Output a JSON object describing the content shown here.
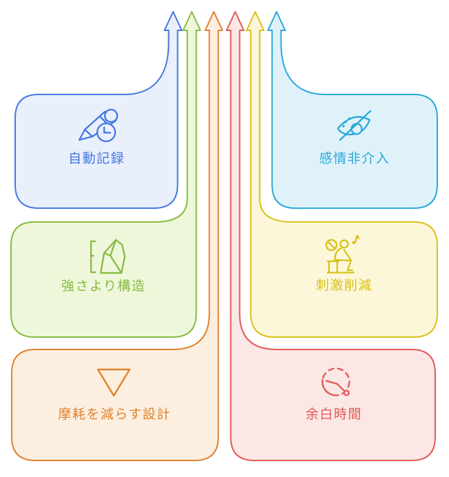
{
  "palette": {
    "blue": {
      "stroke": "#4478E2",
      "fill": "#E9EFFB"
    },
    "green": {
      "stroke": "#85BB40",
      "fill": "#EFF7DB"
    },
    "orange": {
      "stroke": "#E0812D",
      "fill": "#FCEFDF"
    },
    "red": {
      "stroke": "#E25955",
      "fill": "#FBE7E6"
    },
    "yellow": {
      "stroke": "#D9C118",
      "fill": "#FCF7D9"
    },
    "cyan": {
      "stroke": "#29A8D8",
      "fill": "#DFF2FA"
    }
  },
  "arrow_flow_order_left_to_right": [
    "blue",
    "green",
    "orange",
    "red",
    "yellow",
    "cyan"
  ],
  "cards": [
    {
      "id": "auto-record",
      "position": "top-left",
      "color": "blue",
      "icon": "pencil-clock-icon",
      "label": "自動記録"
    },
    {
      "id": "emotion-non-intervention",
      "position": "top-right",
      "color": "cyan",
      "icon": "eye-off-icon",
      "label": "感情非介入"
    },
    {
      "id": "structure-over-strength",
      "position": "middle-left",
      "color": "green",
      "icon": "rock-icon",
      "label": "強さより構造"
    },
    {
      "id": "stimulus-reduction",
      "position": "middle-right",
      "color": "yellow",
      "icon": "seated-person-quiet-icon",
      "label": "刺激削減"
    },
    {
      "id": "friction-reducing-design",
      "position": "bottom-left",
      "color": "orange",
      "icon": "triangle-down-icon",
      "label": "摩耗を減らす設計"
    },
    {
      "id": "margin-time",
      "position": "bottom-right",
      "color": "red",
      "icon": "dashed-clock-icon",
      "label": "余白時間"
    }
  ]
}
